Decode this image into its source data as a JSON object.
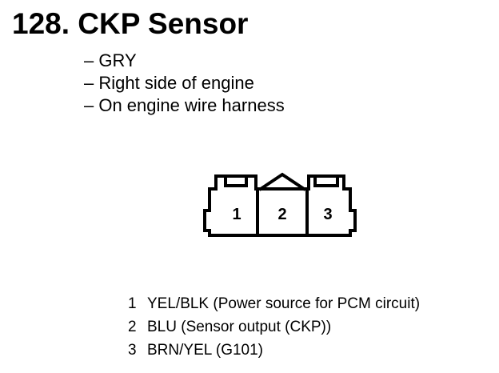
{
  "title": "128. CKP Sensor",
  "notes": [
    "– GRY",
    "– Right side of engine",
    "– On engine wire harness"
  ],
  "connector": {
    "pin_labels": [
      "1",
      "2",
      "3"
    ]
  },
  "pins": [
    {
      "number": "1",
      "description": "YEL/BLK (Power source for PCM circuit)"
    },
    {
      "number": "2",
      "description": "BLU (Sensor output (CKP))"
    },
    {
      "number": "3",
      "description": "BRN/YEL (G101)"
    }
  ]
}
